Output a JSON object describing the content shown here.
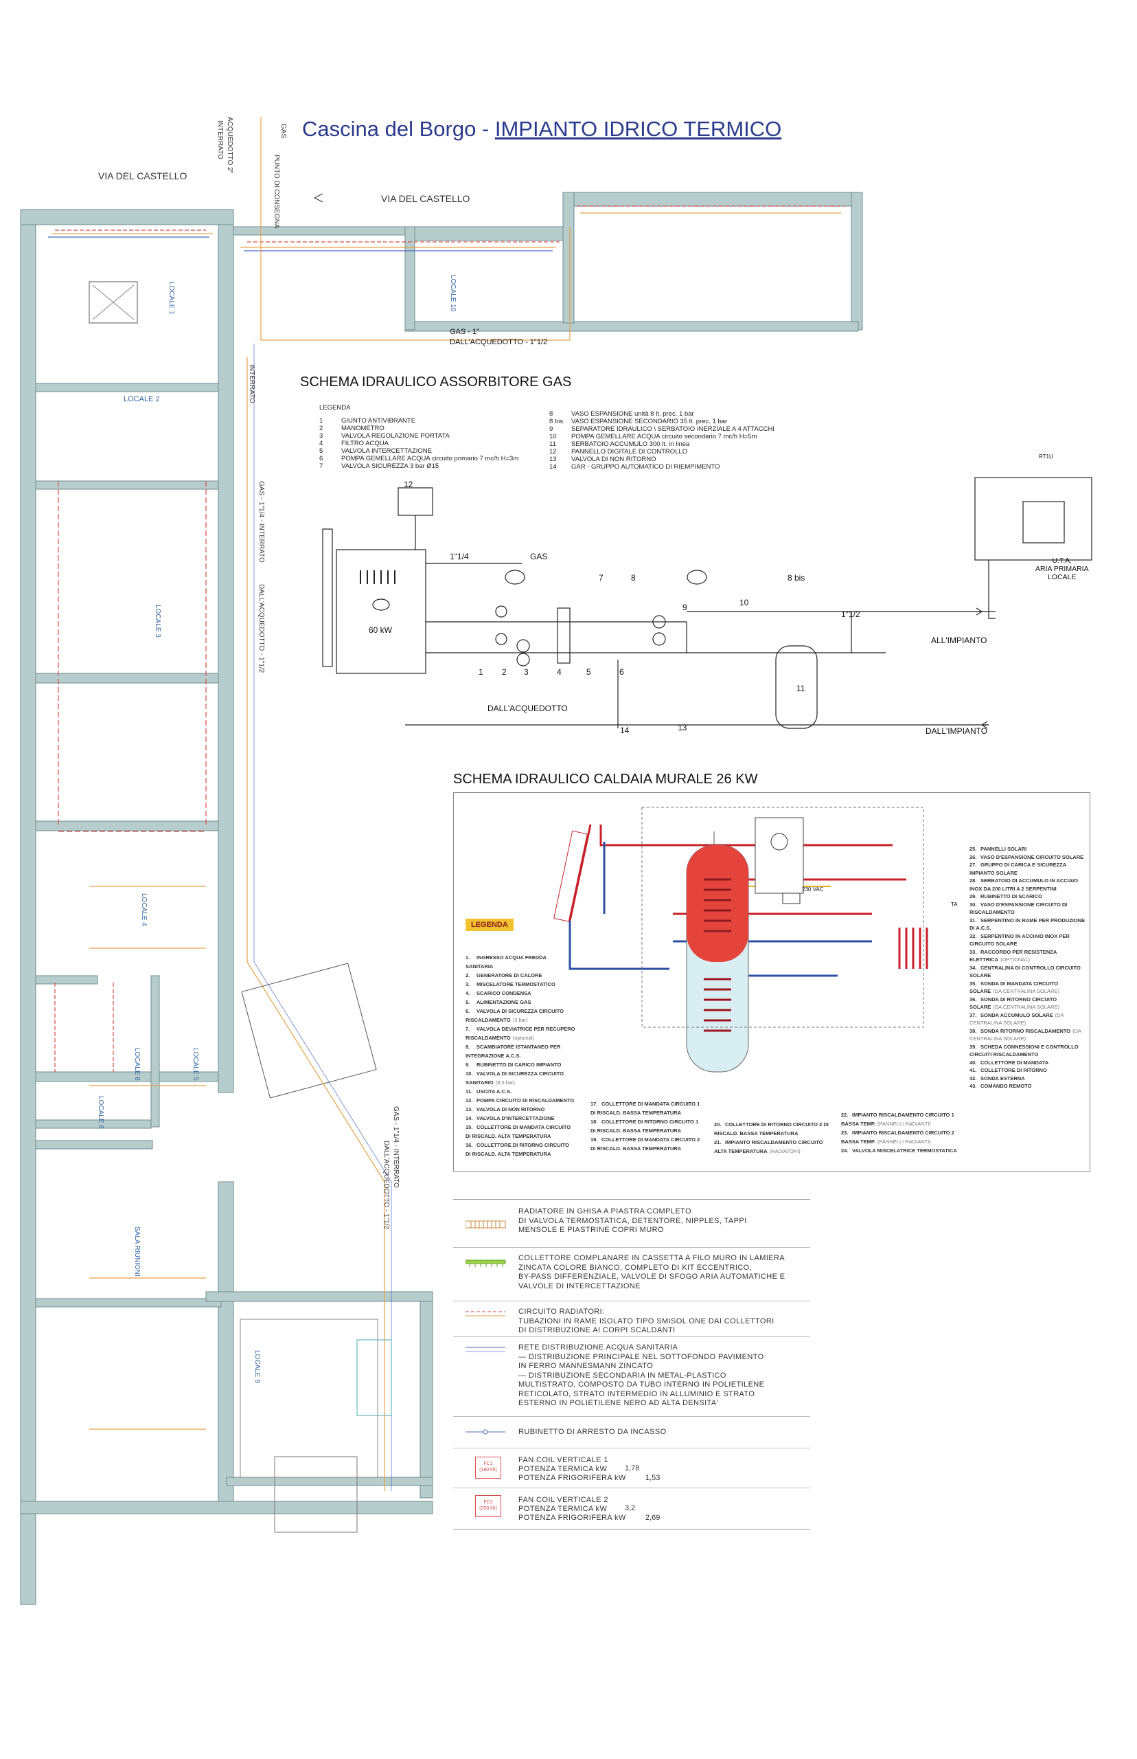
{
  "title": {
    "prefix": "Cascina del Borgo - ",
    "main": "IMPIANTO IDRICO TERMICO"
  },
  "streets": {
    "left": "VIA DEL CASTELLO",
    "right": "VIA DEL CASTELLO"
  },
  "vertical_labels": {
    "acquedotto": "ACQUEDOTTO 2\"",
    "interrato_top": "INTERRATO",
    "gas_label": "GAS",
    "punto_consegna": "PUNTO DI CONSEGNA",
    "gas_interrato": "GAS - 1\"1/4 - INTERRATO",
    "dall_acquedotto": "DALL'ACQUEDOTTO - 1\"1/2",
    "interrato_mid": "INTERRATO",
    "gas_interrato2": "GAS - 1\"1/4 - INTERRATO",
    "dall_acquedotto2": "DALL'ACQUEDOTTO - 1\"1/2"
  },
  "gas_lines": {
    "gas": "GAS - 1\"",
    "acq": "DALL'ACQUEDOTTO - 1\"1/2"
  },
  "rooms": [
    "LOCALE 1",
    "LOCALE 2",
    "LOCALE 3",
    "LOCALE 4",
    "LOCALE 5",
    "LOCALE 6",
    "LOCALE 8",
    "SALA RIUNIONI",
    "LOCALE 9",
    "LOCALE 10"
  ],
  "assorbitore": {
    "title": "SCHEMA IDRAULICO ASSORBITORE GAS",
    "legend_head": "LEGENDA",
    "legend_left": [
      {
        "n": "1",
        "t": "GIUNTO ANTIVIBRANTE"
      },
      {
        "n": "2",
        "t": "MANOMETRO"
      },
      {
        "n": "3",
        "t": "VALVOLA REGOLAZIONE PORTATA"
      },
      {
        "n": "4",
        "t": "FILTRO ACQUA"
      },
      {
        "n": "5",
        "t": "VALVOLA INTERCETTAZIONE"
      },
      {
        "n": "6",
        "t": "POMPA GEMELLARE ACQUA circuito primario   7 mc/h  H=3m"
      },
      {
        "n": "7",
        "t": "VALVOLA SICUREZZA 3 bar  Ø15"
      }
    ],
    "legend_right": [
      {
        "n": "8",
        "t": "VASO ESPANSIONE unità  8 lt.  prec. 1 bar"
      },
      {
        "n": "8 bis",
        "t": "VASO ESPANSIONE SECONDARIO  35 lt.  prec. 1 bar"
      },
      {
        "n": "9",
        "t": "SEPARATORE IDRAULICO \\ SERBATOIO INERZIALE A 4 ATTACCHI"
      },
      {
        "n": "10",
        "t": "POMPA GEMELLARE ACQUA circuito secondario  7 mc/h  H=5m"
      },
      {
        "n": "11",
        "t": "SERBATOIO ACCUMULO 300 lt. in linea"
      },
      {
        "n": "12",
        "t": "PANNELLO DIGITALE DI CONTROLLO"
      },
      {
        "n": "13",
        "t": "VALVOLA DI NON RITORNO"
      },
      {
        "n": "14",
        "t": "GAR - GRUPPO AUTOMATICO DI RIEMPIMENTO"
      }
    ],
    "labels": {
      "gas": "GAS",
      "size_gas": "1\"1/4",
      "kw": "60 kW",
      "size_out": "1\"1/2",
      "all_impianto": "ALL'IMPIANTO",
      "dall_impianto": "DALL'IMPIANTO",
      "dall_acquedotto": "DALL'ACQUEDOTTO",
      "n1": "1",
      "n2": "2",
      "n3": "3",
      "n4": "4",
      "n5": "5",
      "n6": "6",
      "n7": "7",
      "n8": "8",
      "n8bis": "8 bis",
      "n9": "9",
      "n10": "10",
      "n11": "11",
      "n12": "12",
      "n13": "13",
      "n14": "14",
      "uta": "U.T.A.\nARIA PRIMARIA\nLOCALE",
      "rt1u": "RT1U"
    }
  },
  "caldaia": {
    "title": "SCHEMA IDRAULICO CALDAIA MURALE 26 KW",
    "legend_badge": "LEGENDA",
    "voltage": "230 VAC",
    "ta": "TA",
    "legend_col1": [
      {
        "n": "1.",
        "t": "INGRESSO ACQUA FREDDA SANITARIA"
      },
      {
        "n": "2.",
        "t": "GENERATORE DI CALORE"
      },
      {
        "n": "3.",
        "t": "MISCELATORE TERMOSTATICO"
      },
      {
        "n": "4.",
        "t": "SCARICO CONDENSA"
      },
      {
        "n": "5.",
        "t": "ALIMENTAZIONE GAS"
      },
      {
        "n": "6.",
        "t": "VALVOLA DI SICUREZZA CIRCUITO RISCALDAMENTO",
        "s": "(3 bar)"
      },
      {
        "n": "7.",
        "t": "VALVOLA DEVIATRICE PER RECUPERO RISCALDAMENTO",
        "s": "(optional)"
      },
      {
        "n": "8.",
        "t": "SCAMBIATORE ISTANTANEO PER INTEGRAZIONE A.C.S."
      },
      {
        "n": "9.",
        "t": "RUBINETTO DI CARICO IMPIANTO"
      },
      {
        "n": "10.",
        "t": "VALVOLA DI SICUREZZA CIRCUITO SANITARIO",
        "s": "(8,5 bar)"
      },
      {
        "n": "11.",
        "t": "USCITA A.C.S."
      },
      {
        "n": "12.",
        "t": "POMPA CIRCUITO DI RISCALDAMENTO"
      },
      {
        "n": "13.",
        "t": "VALVOLA DI NON RITORNO"
      },
      {
        "n": "14.",
        "t": "VALVOLA D'INTERCETTAZIONE"
      },
      {
        "n": "15.",
        "t": "COLLETTORE DI MANDATA CIRCUITO DI RISCALD. ALTA TEMPERATURA"
      },
      {
        "n": "16.",
        "t": "COLLETTORE DI RITORNO CIRCUITO DI RISCALD. ALTA TEMPERATURA"
      }
    ],
    "legend_col2": [
      {
        "n": "17.",
        "t": "COLLETTORE DI MANDATA CIRCUITO 1 DI RISCALD. BASSA TEMPERATURA"
      },
      {
        "n": "18.",
        "t": "COLLETTORE DI RITORNO CIRCUITO 1 DI RISCALD. BASSA TEMPERATURA"
      },
      {
        "n": "19.",
        "t": "COLLETTORE DI MANDATA CIRCUITO 2 DI RISCALD. BASSA TEMPERATURA"
      }
    ],
    "legend_col3": [
      {
        "n": "20.",
        "t": "COLLETTORE DI RITORNO CIRCUITO 2 DI RISCALD. BASSA TEMPERATURA"
      },
      {
        "n": "21.",
        "t": "IMPIANTO RISCALDAMENTO CIRCUITO ALTA TEMPERATURA",
        "s": "(RADIATORI)"
      }
    ],
    "legend_col4": [
      {
        "n": "22.",
        "t": "IMPIANTO RISCALDAMENTO CIRCUITO 1 BASSA TEMP.",
        "s": "(PANNELLI RADIANTI)"
      },
      {
        "n": "23.",
        "t": "IMPIANTO RISCALDAMENTO CIRCUITO 2 BASSA TEMP.",
        "s": "(PANNELLI RADIANTI)"
      },
      {
        "n": "24.",
        "t": "VALVOLA MISCELATRICE TERMOSTATICA"
      }
    ],
    "legend_col5": [
      {
        "n": "25.",
        "t": "PANNELLI SOLARI"
      },
      {
        "n": "26.",
        "t": "VASO D'ESPANSIONE CIRCUITO SOLARE"
      },
      {
        "n": "27.",
        "t": "GRUPPO DI CARICA E SICUREZZA IMPIANTO SOLARE"
      },
      {
        "n": "28.",
        "t": "SERBATOIO DI ACCUMULO IN ACCIAIO INOX DA 200 LITRI A 2 SERPENTINI"
      },
      {
        "n": "29.",
        "t": "RUBINETTO DI SCARICO"
      },
      {
        "n": "30.",
        "t": "VASO D'ESPANSIONE CIRCUITO DI RISCALDAMENTO"
      },
      {
        "n": "31.",
        "t": "SERPENTINO IN RAME PER PRODUZIONE DI A.C.S."
      },
      {
        "n": "32.",
        "t": "SERPENTINO IN ACCIAIO INOX PER CIRCUITO SOLARE"
      },
      {
        "n": "33.",
        "t": "RACCORDO PER RESISTENZA ELETTRICA",
        "s": "(OPTIONAL)"
      },
      {
        "n": "34.",
        "t": "CENTRALINA DI CONTROLLO CIRCUITO SOLARE"
      },
      {
        "n": "35.",
        "t": "SONDA DI MANDATA CIRCUITO SOLARE",
        "s": "(DA CENTRALINA SOLARE)"
      },
      {
        "n": "36.",
        "t": "SONDA DI RITORNO CIRCUITO SOLARE",
        "s": "(DA CENTRALINA SOLARE)"
      },
      {
        "n": "37.",
        "t": "SONDA ACCUMULO SOLARE",
        "s": "(DA CENTRALINA SOLARE)"
      },
      {
        "n": "38.",
        "t": "SONDA RITORNO RISCALDAMENTO",
        "s": "(DA CENTRALINA SOLARE)"
      },
      {
        "n": "39.",
        "t": "SCHEDA CONNESSIONI E CONTROLLO CIRCUITI RISCALDAMENTO"
      },
      {
        "n": "40.",
        "t": "COLLETTORE DI MANDATA"
      },
      {
        "n": "41.",
        "t": "COLLETTORE DI RITORNO"
      },
      {
        "n": "42.",
        "t": "SONDA ESTERNA"
      },
      {
        "n": "43.",
        "t": "COMANDO REMOTO"
      }
    ]
  },
  "big_legend": {
    "radiatore": "RADIATORE IN GHISA A PIASTRA COMPLETO\nDI VALVOLA TERMOSTATICA, DETENTORE, NIPPLES, TAPPI\nMENSOLE E PIASTRINE COPRI MURO",
    "collettore": "COLLETTORE COMPLANARE IN CASSETTA A FILO MURO IN LAMIERA\nZINCATA COLORE BIANCO, COMPLETO DI KIT ECCENTRICO,\nBY-PASS DIFFERENZIALE, VALVOLE DI SFOGO ARIA AUTOMATICHE E\nVALVOLE DI INTERCETTAZIONE",
    "circuito": "CIRCUITO RADIATORI:\nTUBAZIONI IN RAME ISOLATO TIPO SMISOL ONE DAI COLLETTORI\nDI DISTRIBUZIONE AI CORPI SCALDANTI",
    "rete": "RETE DISTRIBUZIONE ACQUA SANITARIA\n— DISTRIBUZIONE PRINCIPALE NEL SOTTOFONDO PAVIMENTO\n   IN FERRO MANNESMANN ZINCATO\n— DISTRIBUZIONE SECONDARIA IN METAL-PLASTICO\n   MULTISTRATO, COMPOSTO DA TUBO INTERNO IN POLIETILENE\n   RETICOLATO, STRATO INTERMEDIO IN ALLUMINIO E STRATO\n   ESTERNO IN POLIETILENE NERO AD ALTA DENSITA'",
    "rubinetto": "RUBINETTO DI ARRESTO DA INCASSO",
    "fc1": {
      "code": "FC1",
      "sub": "(180 l/h)",
      "name": "FAN COIL VERTICALE 1",
      "termica_label": "POTENZA TERMICA kW",
      "termica": "1,78",
      "frig_label": "POTENZA FRIGORIFERA kW",
      "frig": "1,53"
    },
    "fc2": {
      "code": "FC2",
      "sub": "(250 l/h)",
      "name": "FAN COIL VERTICALE 2",
      "termica_label": "POTENZA TERMICA kW",
      "termica": "3,2",
      "frig_label": "POTENZA FRIGORIFERA kW",
      "frig": "2,69"
    }
  }
}
